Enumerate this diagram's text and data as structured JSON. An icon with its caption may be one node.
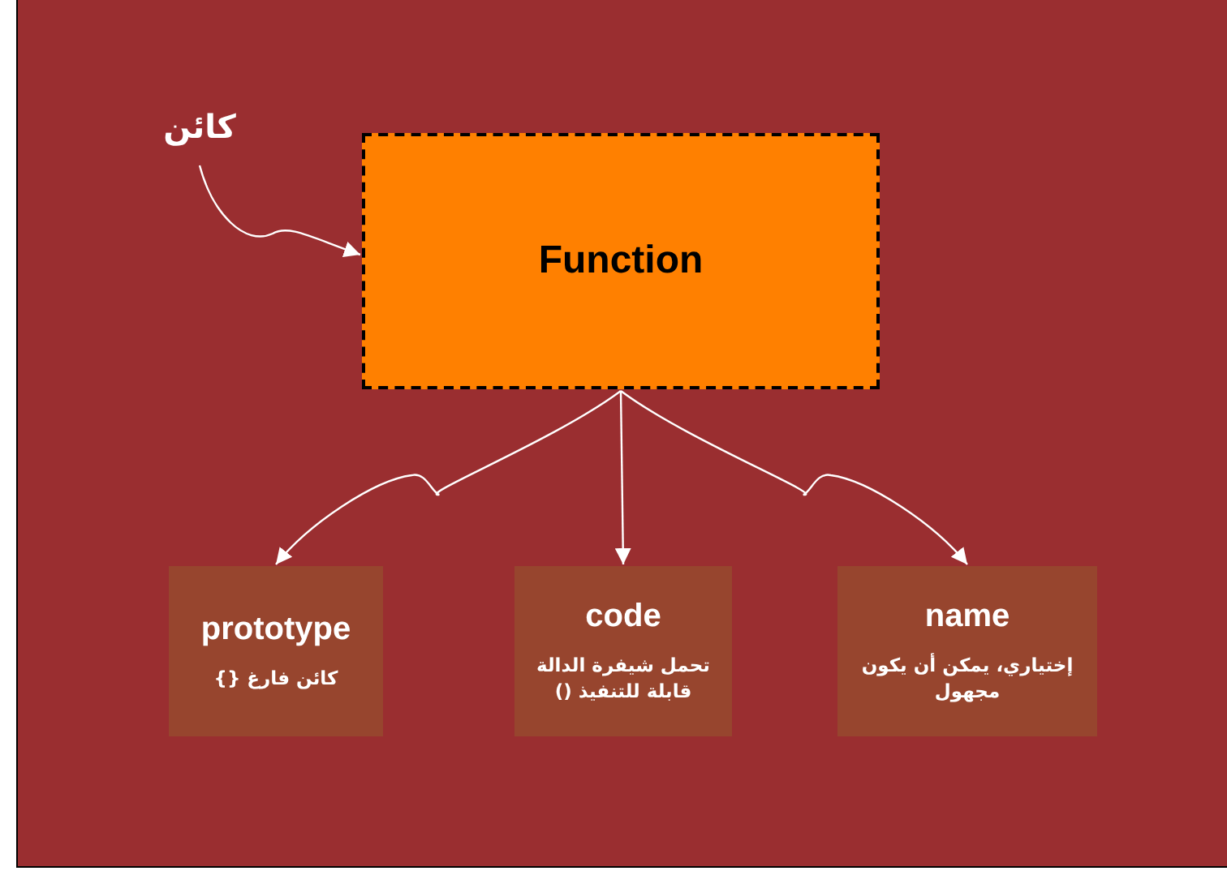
{
  "diagram": {
    "nodes": [
      {
        "text": [
          "كائن"
        ]
      },
      {
        "text": [
          "Function"
        ]
      },
      {
        "text": [
          "prototype",
          "كائن فارغ {}"
        ]
      },
      {
        "text": [
          "code",
          "تحمل شيفرة الدالة قابلة للتنفيذ ()"
        ]
      },
      {
        "text": [
          "name",
          "إختياري، يمكن أن يكون مجهول"
        ]
      }
    ],
    "edges": [
      {
        "from": 0,
        "to": 1,
        "arrow": "to"
      },
      {
        "from": 1,
        "to": 2,
        "arrow": "to"
      },
      {
        "from": 1,
        "to": 3,
        "arrow": "to"
      },
      {
        "from": 1,
        "to": 4,
        "arrow": "to"
      }
    ]
  }
}
